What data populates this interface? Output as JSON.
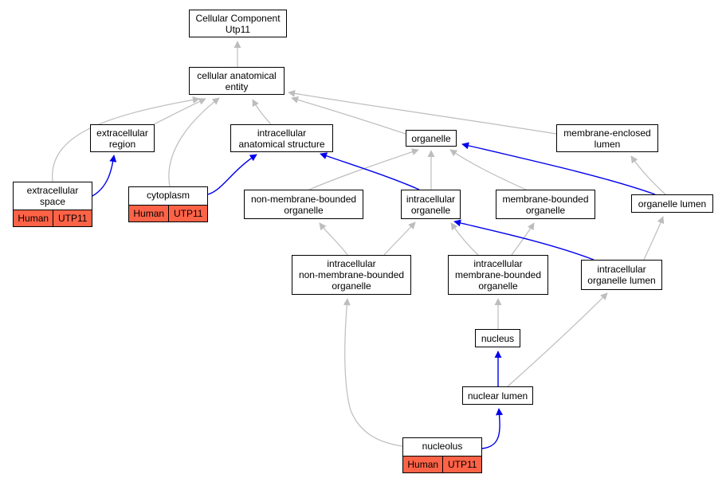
{
  "colors": {
    "is_a_edge": "#bdbdbd",
    "part_of_edge": "#0000ee",
    "annotation_fill": "#ff6347"
  },
  "nodes": {
    "cc_utp11": {
      "lines": [
        "Cellular Component",
        "Utp11"
      ]
    },
    "cae": {
      "lines": [
        "cellular anatomical",
        "entity"
      ]
    },
    "extracellular_region": {
      "lines": [
        "extracellular",
        "region"
      ]
    },
    "ias": {
      "lines": [
        "intracellular",
        "anatomical structure"
      ]
    },
    "organelle": {
      "lines": [
        "organelle"
      ]
    },
    "mel": {
      "lines": [
        "membrane-enclosed",
        "lumen"
      ]
    },
    "extracellular_space": {
      "lines": [
        "extracellular",
        "space"
      ],
      "tags": [
        "Human",
        "UTP11"
      ]
    },
    "cytoplasm": {
      "lines": [
        "cytoplasm"
      ],
      "tags": [
        "Human",
        "UTP11"
      ]
    },
    "nmbo": {
      "lines": [
        "non-membrane-bounded",
        "organelle"
      ]
    },
    "io": {
      "lines": [
        "intracellular",
        "organelle"
      ]
    },
    "mbo": {
      "lines": [
        "membrane-bounded",
        "organelle"
      ]
    },
    "ol": {
      "lines": [
        "organelle lumen"
      ]
    },
    "inmbo": {
      "lines": [
        "intracellular",
        "non-membrane-bounded",
        "organelle"
      ]
    },
    "imbo": {
      "lines": [
        "intracellular",
        "membrane-bounded",
        "organelle"
      ]
    },
    "iol": {
      "lines": [
        "intracellular",
        "organelle lumen"
      ]
    },
    "nucleus": {
      "lines": [
        "nucleus"
      ]
    },
    "nuclear_lumen": {
      "lines": [
        "nuclear lumen"
      ]
    },
    "nucleolus": {
      "lines": [
        "nucleolus"
      ],
      "tags": [
        "Human",
        "UTP11"
      ]
    }
  },
  "edges": [
    {
      "from": "cae",
      "to": "cc_utp11",
      "type": "is_a"
    },
    {
      "from": "extracellular_region",
      "to": "cae",
      "type": "is_a"
    },
    {
      "from": "ias",
      "to": "cae",
      "type": "is_a"
    },
    {
      "from": "organelle",
      "to": "cae",
      "type": "is_a"
    },
    {
      "from": "mel",
      "to": "cae",
      "type": "is_a"
    },
    {
      "from": "extracellular_space",
      "to": "cae",
      "type": "is_a"
    },
    {
      "from": "cytoplasm",
      "to": "cae",
      "type": "is_a"
    },
    {
      "from": "extracellular_space",
      "to": "extracellular_region",
      "type": "part_of"
    },
    {
      "from": "cytoplasm",
      "to": "ias",
      "type": "part_of"
    },
    {
      "from": "nmbo",
      "to": "organelle",
      "type": "is_a"
    },
    {
      "from": "io",
      "to": "organelle",
      "type": "is_a"
    },
    {
      "from": "mbo",
      "to": "organelle",
      "type": "is_a"
    },
    {
      "from": "io",
      "to": "ias",
      "type": "part_of"
    },
    {
      "from": "ol",
      "to": "organelle",
      "type": "part_of"
    },
    {
      "from": "ol",
      "to": "mel",
      "type": "is_a"
    },
    {
      "from": "inmbo",
      "to": "nmbo",
      "type": "is_a"
    },
    {
      "from": "inmbo",
      "to": "io",
      "type": "is_a"
    },
    {
      "from": "imbo",
      "to": "io",
      "type": "is_a"
    },
    {
      "from": "imbo",
      "to": "mbo",
      "type": "is_a"
    },
    {
      "from": "iol",
      "to": "io",
      "type": "part_of"
    },
    {
      "from": "iol",
      "to": "ol",
      "type": "is_a"
    },
    {
      "from": "nucleus",
      "to": "imbo",
      "type": "is_a"
    },
    {
      "from": "nuclear_lumen",
      "to": "nucleus",
      "type": "part_of"
    },
    {
      "from": "nuclear_lumen",
      "to": "iol",
      "type": "is_a"
    },
    {
      "from": "nucleolus",
      "to": "inmbo",
      "type": "is_a"
    },
    {
      "from": "nucleolus",
      "to": "nuclear_lumen",
      "type": "part_of"
    }
  ]
}
